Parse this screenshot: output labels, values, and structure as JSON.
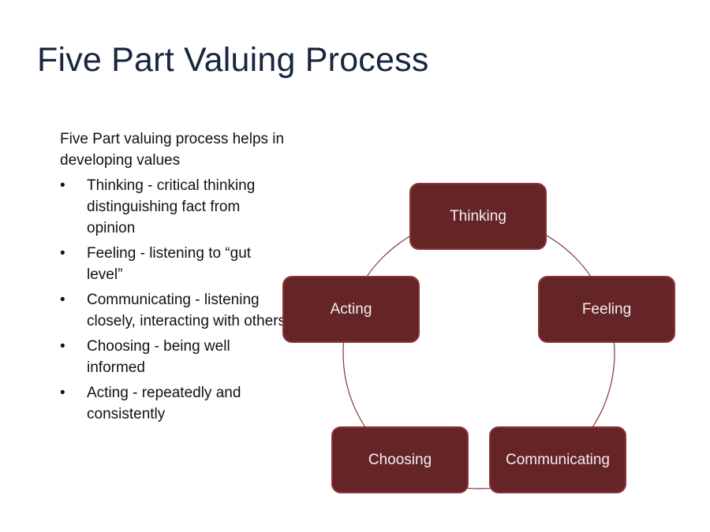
{
  "slide": {
    "title": "Five Part Valuing Process",
    "intro": "Five Part valuing process helps in developing values",
    "bullet_glyph": "•",
    "bullets": [
      {
        "text": "Thinking - critical thinking distinguishing fact from opinion"
      },
      {
        "text": "Feeling - listening to “gut level”"
      },
      {
        "text": "Communicating - listening closely, interacting with others"
      },
      {
        "text": "Choosing - being well informed"
      },
      {
        "text": "Acting - repeatedly and consistently"
      }
    ]
  },
  "diagram": {
    "type": "basic-cycle",
    "node_color": "#652527",
    "connector_color": "#8a3338",
    "nodes": [
      {
        "label": "Thinking"
      },
      {
        "label": "Feeling"
      },
      {
        "label": "Communicating"
      },
      {
        "label": "Choosing"
      },
      {
        "label": "Acting"
      }
    ]
  }
}
